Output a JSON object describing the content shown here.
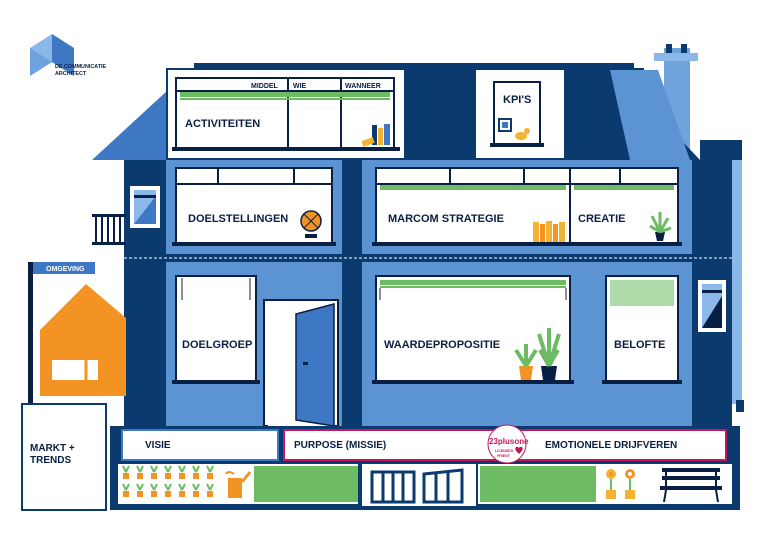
{
  "logo": {
    "line1": "DE COMMUNICATIE",
    "line2": "ARCHITECT"
  },
  "sign": {
    "label": "OMGEVING"
  },
  "attic": {
    "activiteiten": {
      "label": "ACTIVITEITEN",
      "headers": [
        "MIDDEL",
        "WIE",
        "WANNEER"
      ]
    },
    "kpis": {
      "label": "KPI'S"
    }
  },
  "first_floor": {
    "doelstellingen": "DOELSTELLINGEN",
    "marcom_strategie": "MARCOM STRATEGIE",
    "creatie": "CREATIE"
  },
  "ground_floor": {
    "doelgroep": "DOELGROEP",
    "waardepropositie": "WAARDEPROPOSITIE",
    "belofte": "BELOFTE"
  },
  "markt": {
    "line1": "MARKT +",
    "line2": "TRENDS"
  },
  "foundation": {
    "visie": "VISIE",
    "purpose": "PURPOSE (MISSIE)",
    "emotionele": "EMOTIONELE DRIJFVEREN"
  },
  "badge": {
    "number": "23plusone",
    "sub1": "LICENSED",
    "sub2": "FRIENT"
  },
  "colors": {
    "navy": "#0a3a6e",
    "wall_blue": "#5b93d3",
    "light_blue": "#8bb8e8",
    "accent_orange": "#f39324",
    "grass_green": "#6dbb62",
    "badge_pink": "#c2185b"
  }
}
